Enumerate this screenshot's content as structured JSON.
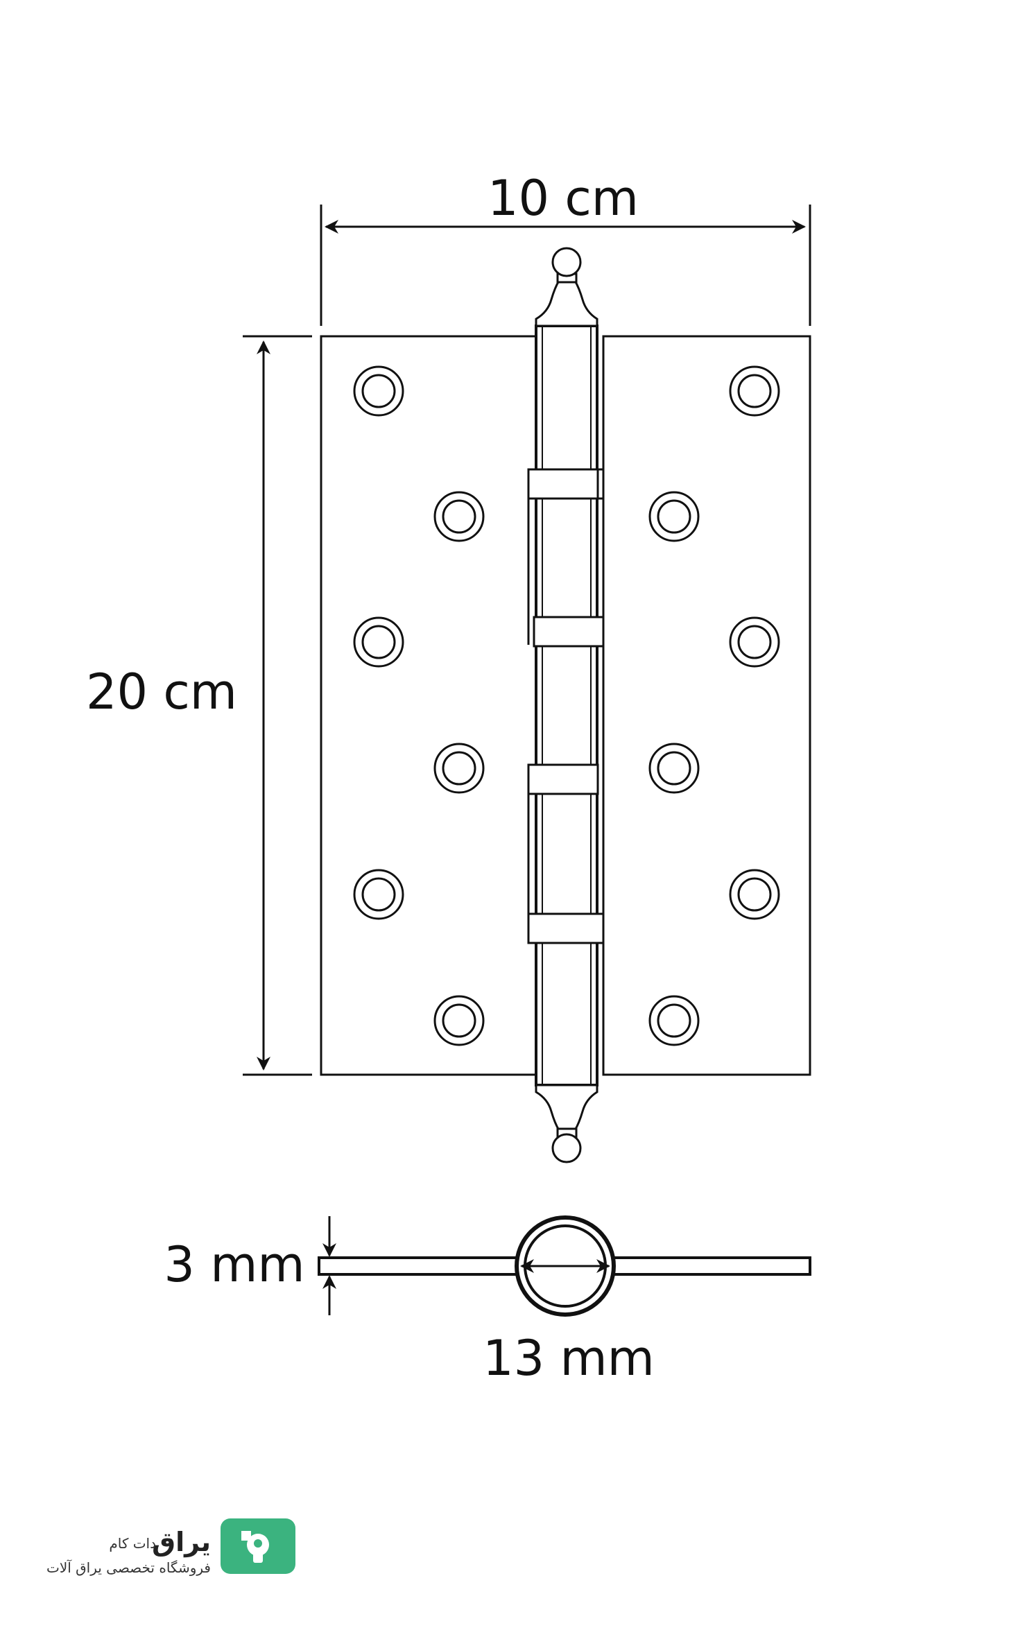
{
  "dimensions": {
    "width_label": "10 cm",
    "height_label": "20 cm",
    "thickness_label": "3 mm",
    "knuckle_label": "13 mm"
  },
  "logo": {
    "brand_main": "یراق",
    "brand_suffix": "دات کام",
    "tagline": "فروشگاه تخصصی یراق آلات",
    "accent_color": "#3bb37f"
  },
  "colors": {
    "line": "#111111",
    "background": "#ffffff"
  }
}
